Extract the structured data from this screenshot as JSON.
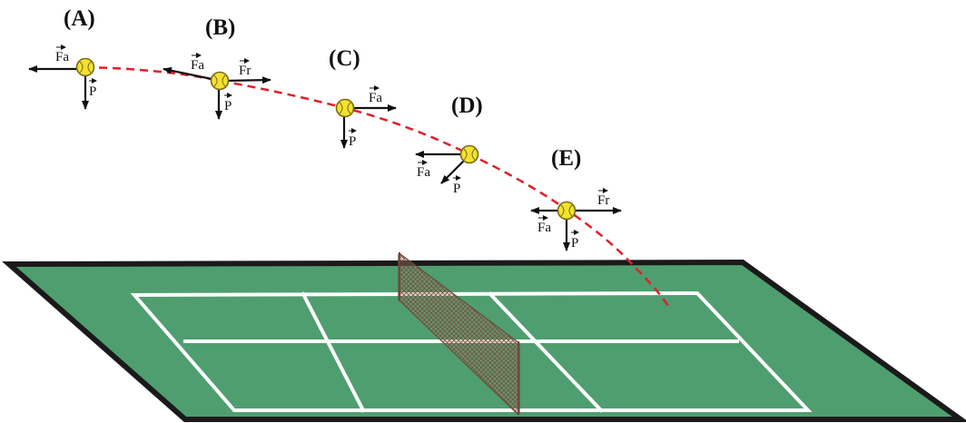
{
  "colors": {
    "court_surface": "#4f9e70",
    "court_border": "#1a1a1a",
    "court_lines": "#ffffff",
    "net": "#8a6e5a",
    "trajectory": "#e0202a",
    "ball_fill": "#f2e232",
    "ball_stroke": "#7a6a10",
    "arrow": "#111111"
  },
  "positions": [
    {
      "label": "(A)",
      "forces": [
        {
          "text": "Fa"
        },
        {
          "text": "P"
        }
      ]
    },
    {
      "label": "(B)",
      "forces": [
        {
          "text": "Fa"
        },
        {
          "text": "Fr"
        },
        {
          "text": "P"
        }
      ]
    },
    {
      "label": "(C)",
      "forces": [
        {
          "text": "Fa"
        },
        {
          "text": "P"
        }
      ]
    },
    {
      "label": "(D)",
      "forces": [
        {
          "text": "Fa"
        },
        {
          "text": "P"
        }
      ]
    },
    {
      "label": "(E)",
      "forces": [
        {
          "text": "Fa"
        },
        {
          "text": "Fr"
        },
        {
          "text": "P"
        }
      ]
    }
  ]
}
